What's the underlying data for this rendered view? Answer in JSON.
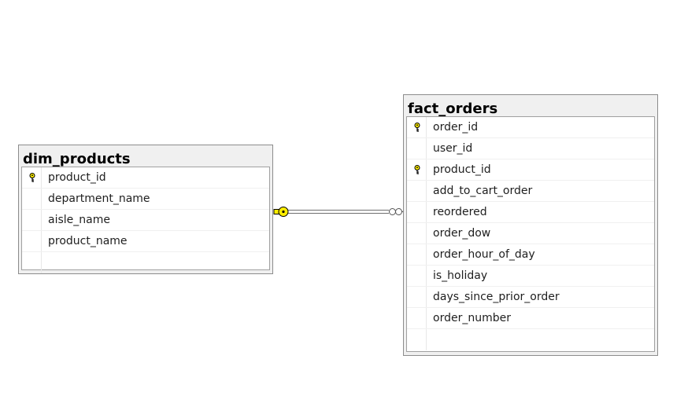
{
  "diagram": {
    "tables": [
      {
        "name": "dim_products",
        "columns": [
          {
            "name": "product_id",
            "primary_key": true
          },
          {
            "name": "department_name",
            "primary_key": false
          },
          {
            "name": "aisle_name",
            "primary_key": false
          },
          {
            "name": "product_name",
            "primary_key": false
          }
        ]
      },
      {
        "name": "fact_orders",
        "columns": [
          {
            "name": "order_id",
            "primary_key": true
          },
          {
            "name": "user_id",
            "primary_key": false
          },
          {
            "name": "product_id",
            "primary_key": true
          },
          {
            "name": "add_to_cart_order",
            "primary_key": false
          },
          {
            "name": "reordered",
            "primary_key": false
          },
          {
            "name": "order_dow",
            "primary_key": false
          },
          {
            "name": "order_hour_of_day",
            "primary_key": false
          },
          {
            "name": "is_holiday",
            "primary_key": false
          },
          {
            "name": "days_since_prior_order",
            "primary_key": false
          },
          {
            "name": "order_number",
            "primary_key": false
          }
        ]
      }
    ],
    "relationship": {
      "from_table": "dim_products",
      "to_table": "fact_orders",
      "from_end": "one",
      "to_end": "many",
      "key_icon": "key-icon",
      "many_icon": "infinity-icon"
    },
    "colors": {
      "key_fill": "#ffee00",
      "title_bar": "#f0f0f0",
      "border": "#8c8c8c"
    }
  }
}
